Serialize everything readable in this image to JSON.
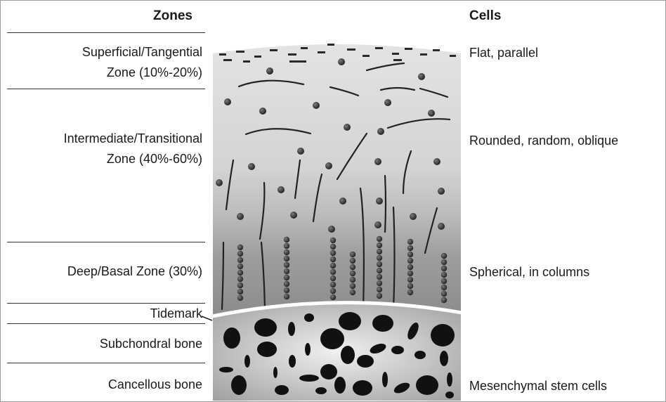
{
  "headers": {
    "zones": "Zones",
    "cells": "Cells"
  },
  "zones": [
    {
      "line1": "Superficial/Tangential",
      "line2": "Zone (10%-20%)",
      "cells": "Flat, parallel"
    },
    {
      "line1": "Intermediate/Transitional",
      "line2": "Zone (40%-60%)",
      "cells": "Rounded, random, oblique"
    },
    {
      "line1": "Deep/Basal Zone (30%)",
      "line2": "",
      "cells": "Spherical, in columns"
    },
    {
      "line1": "Tidemark",
      "line2": "",
      "cells": ""
    },
    {
      "line1": "Subchondral bone",
      "line2": "",
      "cells": ""
    },
    {
      "line1": "Cancellous bone",
      "line2": "",
      "cells": "Mesenchymal stem cells"
    }
  ]
}
